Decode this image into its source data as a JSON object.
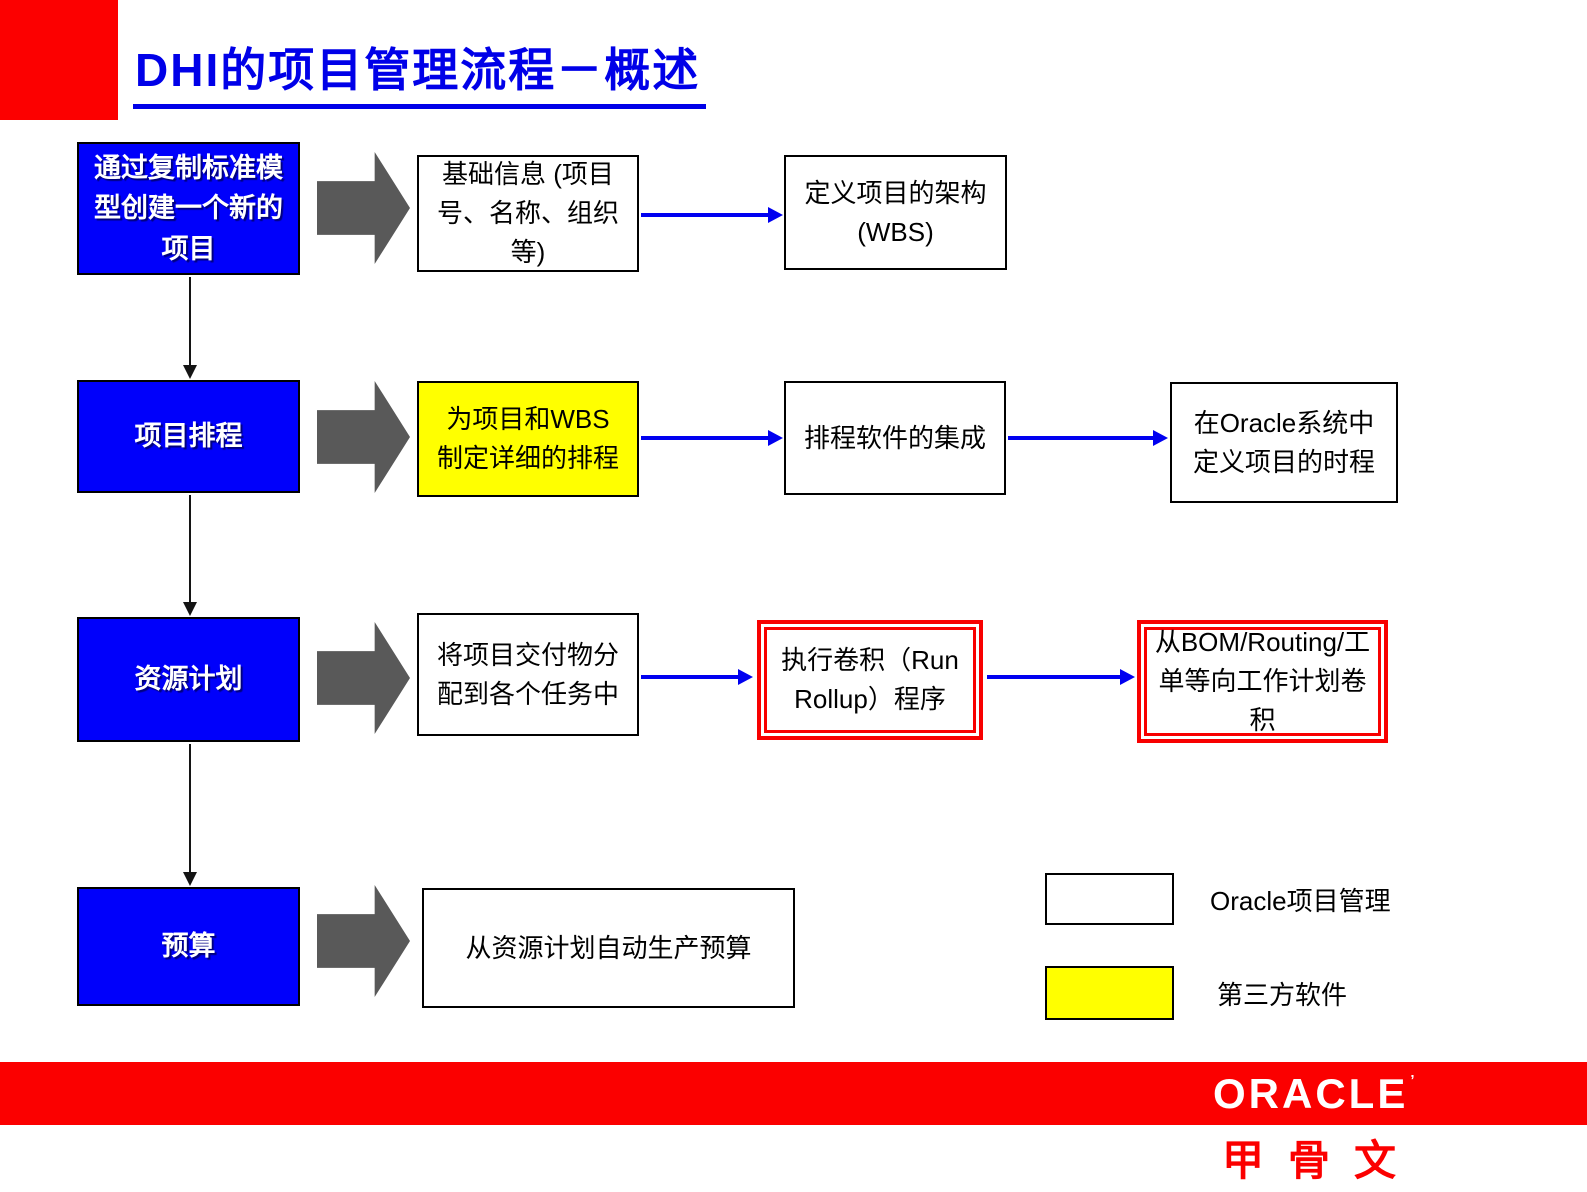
{
  "title": "DHI的项目管理流程－概述",
  "flow": {
    "row1": {
      "stage": "通过复制标准模\n型创建一个新的\n项目",
      "step1": "基础信息 (项目\n号、名称、组织\n等)",
      "step2": "定义项目的架构\n(WBS)"
    },
    "row2": {
      "stage": "项目排程",
      "step1": "为项目和WBS\n制定详细的排程",
      "step2": "排程软件的集成",
      "step3": "在Oracle系统中\n定义项目的时程"
    },
    "row3": {
      "stage": "资源计划",
      "step1": "将项目交付物分\n配到各个任务中",
      "step2": "执行卷积（Run\nRollup）程序",
      "step3": "从BOM/Routing/工\n单等向工作计划卷\n积"
    },
    "row4": {
      "stage": "预算",
      "step1": "从资源计划自动生产预算"
    }
  },
  "legend": {
    "oracle_label": "Oracle项目管理",
    "third_party_label": "第三方软件"
  },
  "footer": {
    "brand": "ORACLE",
    "brand_mark": "’",
    "brand_cn": "甲骨文"
  },
  "colors": {
    "stage_blue": "#0000FB",
    "third_party_yellow": "#FFFF00",
    "highlight_red": "#F80000",
    "arrow_gray": "#595959",
    "connector_blue": "#0000F0",
    "title_blue": "#0000E8",
    "brand_red": "#FB0000"
  }
}
